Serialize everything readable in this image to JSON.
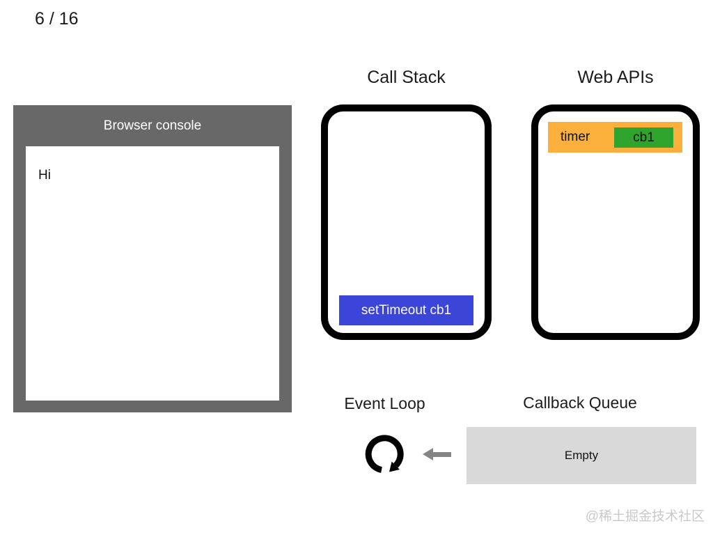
{
  "slide": {
    "counter": "6 / 16",
    "watermark": "@稀土掘金技术社区"
  },
  "browser_console": {
    "title": "Browser console",
    "logs": [
      "Hi"
    ]
  },
  "call_stack": {
    "title": "Call Stack",
    "frames": [
      {
        "label": "setTimeout cb1"
      }
    ]
  },
  "web_apis": {
    "title": "Web APIs",
    "items": [
      {
        "label": "timer",
        "callback": "cb1"
      }
    ]
  },
  "event_loop": {
    "title": "Event Loop",
    "icon": "clockwise-loop-arrow-icon"
  },
  "callback_queue": {
    "title": "Callback Queue",
    "status": "Empty"
  },
  "colors": {
    "console_gray": "#686868",
    "stack_frame_blue": "#3b45d8",
    "webapi_orange": "#fbb03c",
    "callback_green": "#2fa42d",
    "queue_gray": "#d9d9d9",
    "arrow_gray": "#858585"
  }
}
